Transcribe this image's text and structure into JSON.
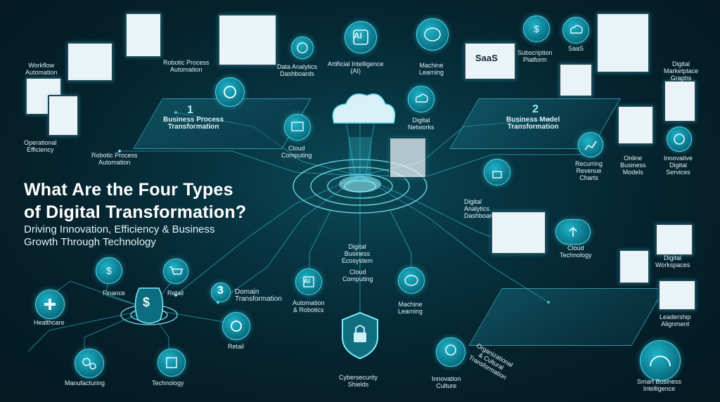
{
  "headline": {
    "title_line1": "What Are the Four Types",
    "title_line2": "of Digital Transformation?",
    "subtitle_line1": "Driving Innovation, Efficiency & Business",
    "subtitle_line2": "Growth Through Technology"
  },
  "q1": {
    "number": "1",
    "title_line1": "Business Process",
    "title_line2": "Transformation",
    "labels": {
      "workflow_1": "Workflow",
      "workflow_2": "Automation",
      "rpa_top_1": "Robotic Process",
      "rpa_top_2": "Automation",
      "opeff_1": "Operational",
      "opeff_2": "Efficiency",
      "rpa_bottom_1": "Robotic Process",
      "rpa_bottom_2": "Automation"
    }
  },
  "center": {
    "ai_badge": "AI",
    "data_analytics_1": "Data Analytics",
    "data_analytics_2": "Dashboards",
    "ai_label_1": "Artificial Intelligence",
    "ai_label_2": "(AI)",
    "machine_learning_1": "Machine",
    "machine_learning_2": "Learning",
    "digital_networks_1": "Digital",
    "digital_networks_2": "Networks",
    "cloud_computing_1": "Cloud",
    "cloud_computing_2": "Computing",
    "digital_analytics_1": "Digital",
    "digital_analytics_2": "Analytics",
    "digital_analytics_3": "Dashboards",
    "ecosystem_1": "Digital",
    "ecosystem_2": "Business",
    "ecosystem_3": "Ecosystem",
    "cloud_computing_low_1": "Cloud",
    "cloud_computing_low_2": "Computing",
    "automation_1": "Automation",
    "automation_2": "& Robotics",
    "ml_low_1": "Machine",
    "ml_low_2": "Learning",
    "cyber_1": "Cybersecurity",
    "cyber_2": "Shields",
    "innovation_1": "Innovation",
    "innovation_2": "Culture",
    "ai_small": "AI"
  },
  "q2": {
    "number": "2",
    "title_line1": "Business Model",
    "title_line2": "Transformation",
    "saas_screen": "SaaS",
    "labels": {
      "subscription_1": "Subscription",
      "subscription_2": "Platform",
      "saas": "SaaS",
      "marketplace_1": "Digital",
      "marketplace_2": "Marketplace",
      "marketplace_3": "Graphs",
      "recurring_1": "Recurring",
      "recurring_2": "Revenue",
      "recurring_3": "Charts",
      "online_1": "Online",
      "online_2": "Business",
      "online_3": "Models",
      "innovative_1": "Innovative",
      "innovative_2": "Digital",
      "innovative_3": "Services"
    }
  },
  "q3": {
    "number": "3",
    "title_line1": "Domain",
    "title_line2": "Transformation",
    "labels": {
      "finance": "Finance",
      "retail_top": "Retail",
      "healthcare": "Healthcare",
      "retail_right": "Retail",
      "manufacturing": "Manufacturing",
      "technology": "Technology"
    }
  },
  "q4": {
    "title_line1": "Organizational",
    "title_line2": "& Cultural",
    "title_line3": "Transformation",
    "labels": {
      "cloud_tech_1": "Cloud",
      "cloud_tech_2": "Technology",
      "workspaces_1": "Digital",
      "workspaces_2": "Workspaces",
      "leadership_1": "Leadership",
      "leadership_2": "Alignment",
      "smart_1": "Smart Business",
      "smart_2": "Intelligence"
    }
  },
  "colors": {
    "accent": "#3fe0f2",
    "accent_dark": "#0a6f83",
    "bg": "#05222d"
  }
}
